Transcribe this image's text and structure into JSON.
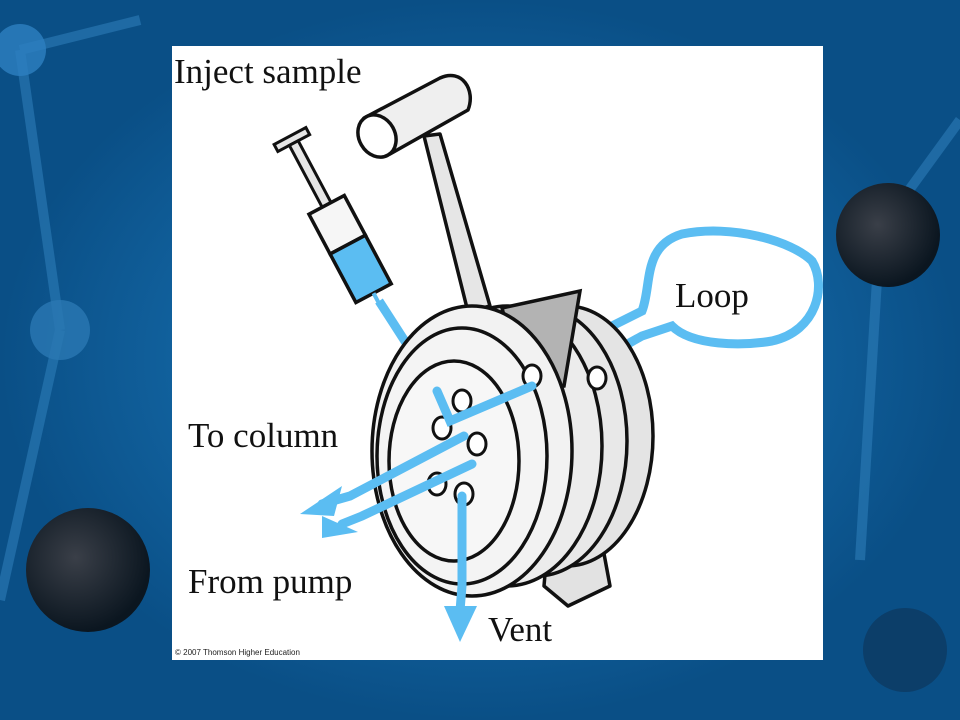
{
  "colors": {
    "background": "#0f5f9c",
    "flow": "#5bbdf2",
    "metal": "#e6e6e6",
    "outline": "#111111"
  },
  "labels": {
    "inject_sample": "Inject sample",
    "loop": "Loop",
    "to_column": "To column",
    "from_pump": "From pump",
    "vent": "Vent"
  },
  "copyright": "© 2007 Thomson Higher Education"
}
